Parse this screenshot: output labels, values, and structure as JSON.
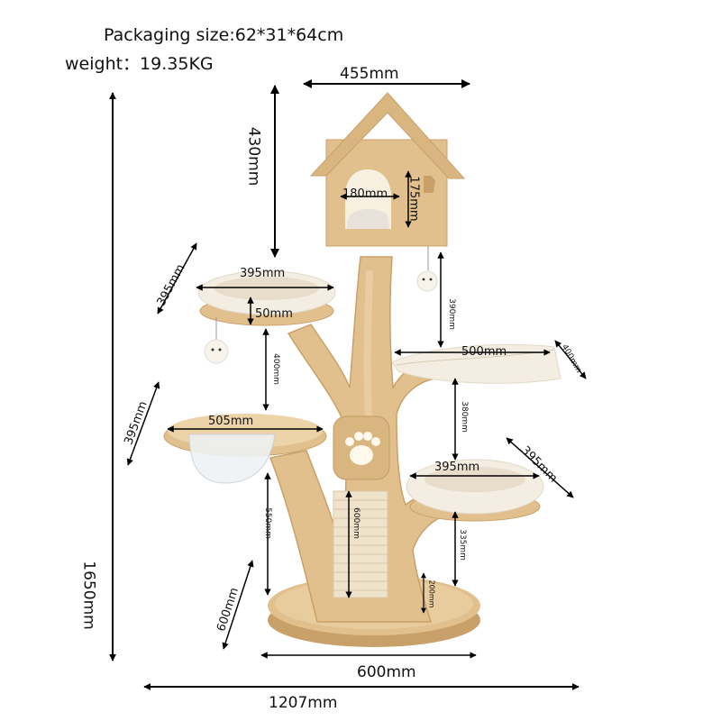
{
  "header": {
    "packaging": "Packaging size:62*31*64cm",
    "weight": "weight：19.35KG"
  },
  "dimensions": {
    "house_width": "455mm",
    "house_height": "430mm",
    "house_door": "180mm",
    "house_door_height": "175mm",
    "total_height": "1650mm",
    "top_bed_depth": "395mm",
    "top_bed_width": "395mm",
    "top_bed_thickness": "50mm",
    "top_left_gap": "400mm",
    "right_gap_top": "390mm",
    "hammock_width": "500mm",
    "hammock_depth": "400mm",
    "middle_left_depth": "395mm",
    "bowl_width": "505mm",
    "right_gap_middle": "380mm",
    "lower_bed_depth": "395mm",
    "lower_bed_width": "395mm",
    "left_lower_gap": "550mm",
    "scratch_height": "600mm",
    "right_lower_gap": "335mm",
    "step_height": "200mm",
    "base_depth": "600mm",
    "base_width": "600mm",
    "total_width": "1207mm"
  },
  "colors": {
    "wood": "#e2c08d",
    "wood_light": "#ecd3a8",
    "wood_dark": "#c9a06a",
    "cushion": "#f3ede2",
    "cushion_shade": "#e2d8c8",
    "arrow": "#000000"
  }
}
